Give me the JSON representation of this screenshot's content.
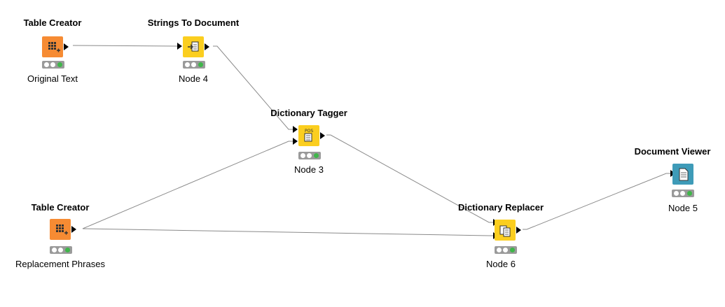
{
  "nodes": {
    "original_text": {
      "title": "Table Creator",
      "label": "Original Text",
      "color": "#f68b33",
      "icon": "table-creator-icon",
      "status": "executed"
    },
    "node4": {
      "title": "Strings To Document",
      "label": "Node 4",
      "color": "#fbce1f",
      "icon": "strings-to-document-icon",
      "status": "executed"
    },
    "node3": {
      "title": "Dictionary Tagger",
      "label": "Node 3",
      "color": "#fbce1f",
      "icon": "dictionary-tagger-icon",
      "status": "executed"
    },
    "replacement_phrases": {
      "title": "Table Creator",
      "label": "Replacement Phrases",
      "color": "#f68b33",
      "icon": "table-creator-icon",
      "status": "executed"
    },
    "node6": {
      "title": "Dictionary Replacer",
      "label": "Node 6",
      "color": "#fbce1f",
      "icon": "dictionary-replacer-icon",
      "status": "executed"
    },
    "node5": {
      "title": "Document Viewer",
      "label": "Node 5",
      "color": "#3e9bb8",
      "icon": "document-viewer-icon",
      "status": "executed"
    }
  },
  "connections": [
    {
      "from": "original_text",
      "to": "node4"
    },
    {
      "from": "node4",
      "to": "node3"
    },
    {
      "from": "replacement_phrases",
      "to": "node3"
    },
    {
      "from": "node3",
      "to": "node6"
    },
    {
      "from": "replacement_phrases",
      "to": "node6"
    },
    {
      "from": "node6",
      "to": "node5"
    }
  ]
}
